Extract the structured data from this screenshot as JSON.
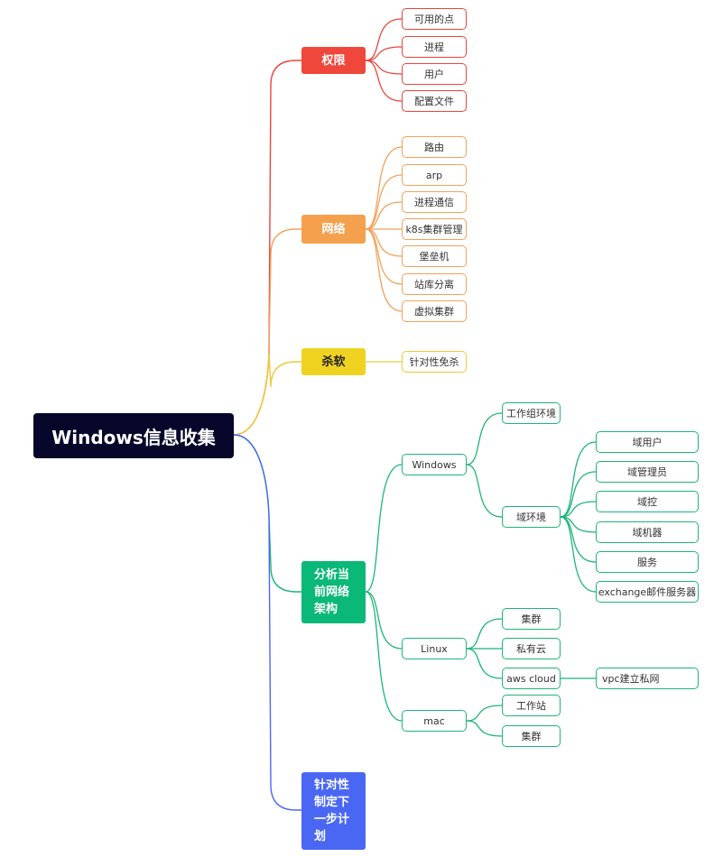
{
  "root": {
    "label": "Windows信息收集"
  },
  "branches": {
    "permissions": {
      "label": "权限",
      "color": "#f0473c",
      "children": [
        "可用的点",
        "进程",
        "用户",
        "配置文件"
      ]
    },
    "network": {
      "label": "网络",
      "color": "#f4a04d",
      "children": [
        "路由",
        "arp",
        "进程通信",
        "k8s集群管理",
        "堡垒机",
        "站库分离",
        "虚拟集群"
      ]
    },
    "av": {
      "label": "杀软",
      "color": "#f0d321",
      "children": [
        "针对性免杀"
      ]
    },
    "analysis": {
      "label": "分析当前网络架构",
      "color": "#0ab877",
      "windows": {
        "label": "Windows",
        "workgroup": "工作组环境",
        "domain": {
          "label": "域环境",
          "children": [
            "域用户",
            "域管理员",
            "域控",
            "域机器",
            "服务",
            "exchange邮件服务器"
          ]
        }
      },
      "linux": {
        "label": "Linux",
        "cluster": "集群",
        "private_cloud": "私有云",
        "aws": {
          "label": "aws cloud",
          "vpc": "vpc建立私网"
        }
      },
      "mac": {
        "label": "mac",
        "workstation": "工作站",
        "cluster": "集群"
      }
    },
    "plan": {
      "label": "针对性制定下一步计划",
      "color": "#4a67f4"
    }
  },
  "edge_colors": {
    "red": "#e8463c",
    "orange": "#f2a25a",
    "yellow": "#ecc93c",
    "green": "#1db57a",
    "blue": "#4a67f4"
  }
}
